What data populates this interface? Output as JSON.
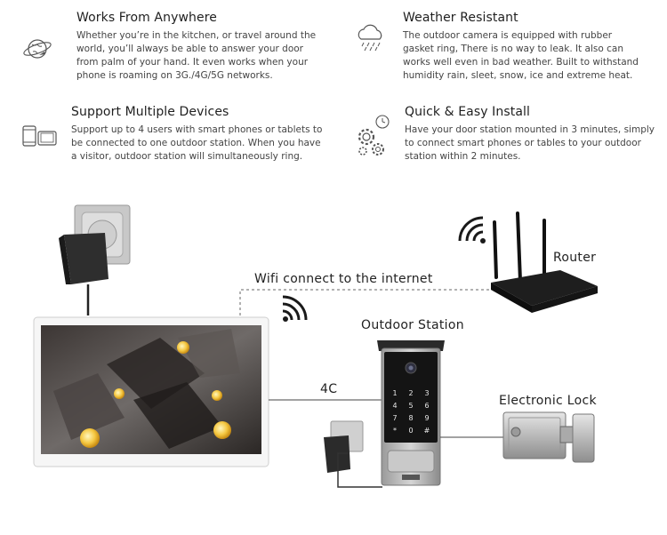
{
  "features": [
    {
      "title": "Works From Anywhere",
      "lines": [
        "Whether you’re in the kitchen, or travel around the",
        "world, you’ll always be able to answer your door",
        "from palm of your hand. It even works when your",
        "phone is roaming on 3G./4G/5G networks."
      ]
    },
    {
      "title": "Weather Resistant",
      "lines": [
        "The outdoor camera is equipped with rubber",
        "gasket ring, There is no way to leak. It also can",
        "works well even in bad weather. Built to withstand",
        "humidity rain, sleet, snow, ice and extreme heat."
      ]
    },
    {
      "title": "Support Multiple Devices",
      "lines": [
        "Support up to 4 users with smart phones or tablets to",
        "be connected to one outdoor station. When you have",
        "a visitor, outdoor station will simultaneously ring."
      ]
    },
    {
      "title": "Quick & Easy Install",
      "lines": [
        "Have your door station mounted in 3 minutes, simply",
        "to connect smart phones or tables to your outdoor",
        "station within 2 minutes."
      ]
    }
  ],
  "diagram": {
    "router_label": "Router",
    "wifi_label": "Wifi connect to the internet",
    "outdoor_station_label": "Outdoor Station",
    "cable_label": "4C",
    "lock_label": "Electronic Lock",
    "keypad_keys": [
      "1",
      "2",
      "3",
      "4",
      "5",
      "6",
      "7",
      "8",
      "9",
      "*",
      "0",
      "#"
    ]
  },
  "colors": {
    "text_dark": "#1f1f1f",
    "monitor_frame": "#f4f4f4",
    "wire": "#444444"
  },
  "icons": [
    "globe-icon",
    "cloud-rain-icon",
    "devices-icon",
    "gears-clock-icon",
    "wifi-icon"
  ]
}
